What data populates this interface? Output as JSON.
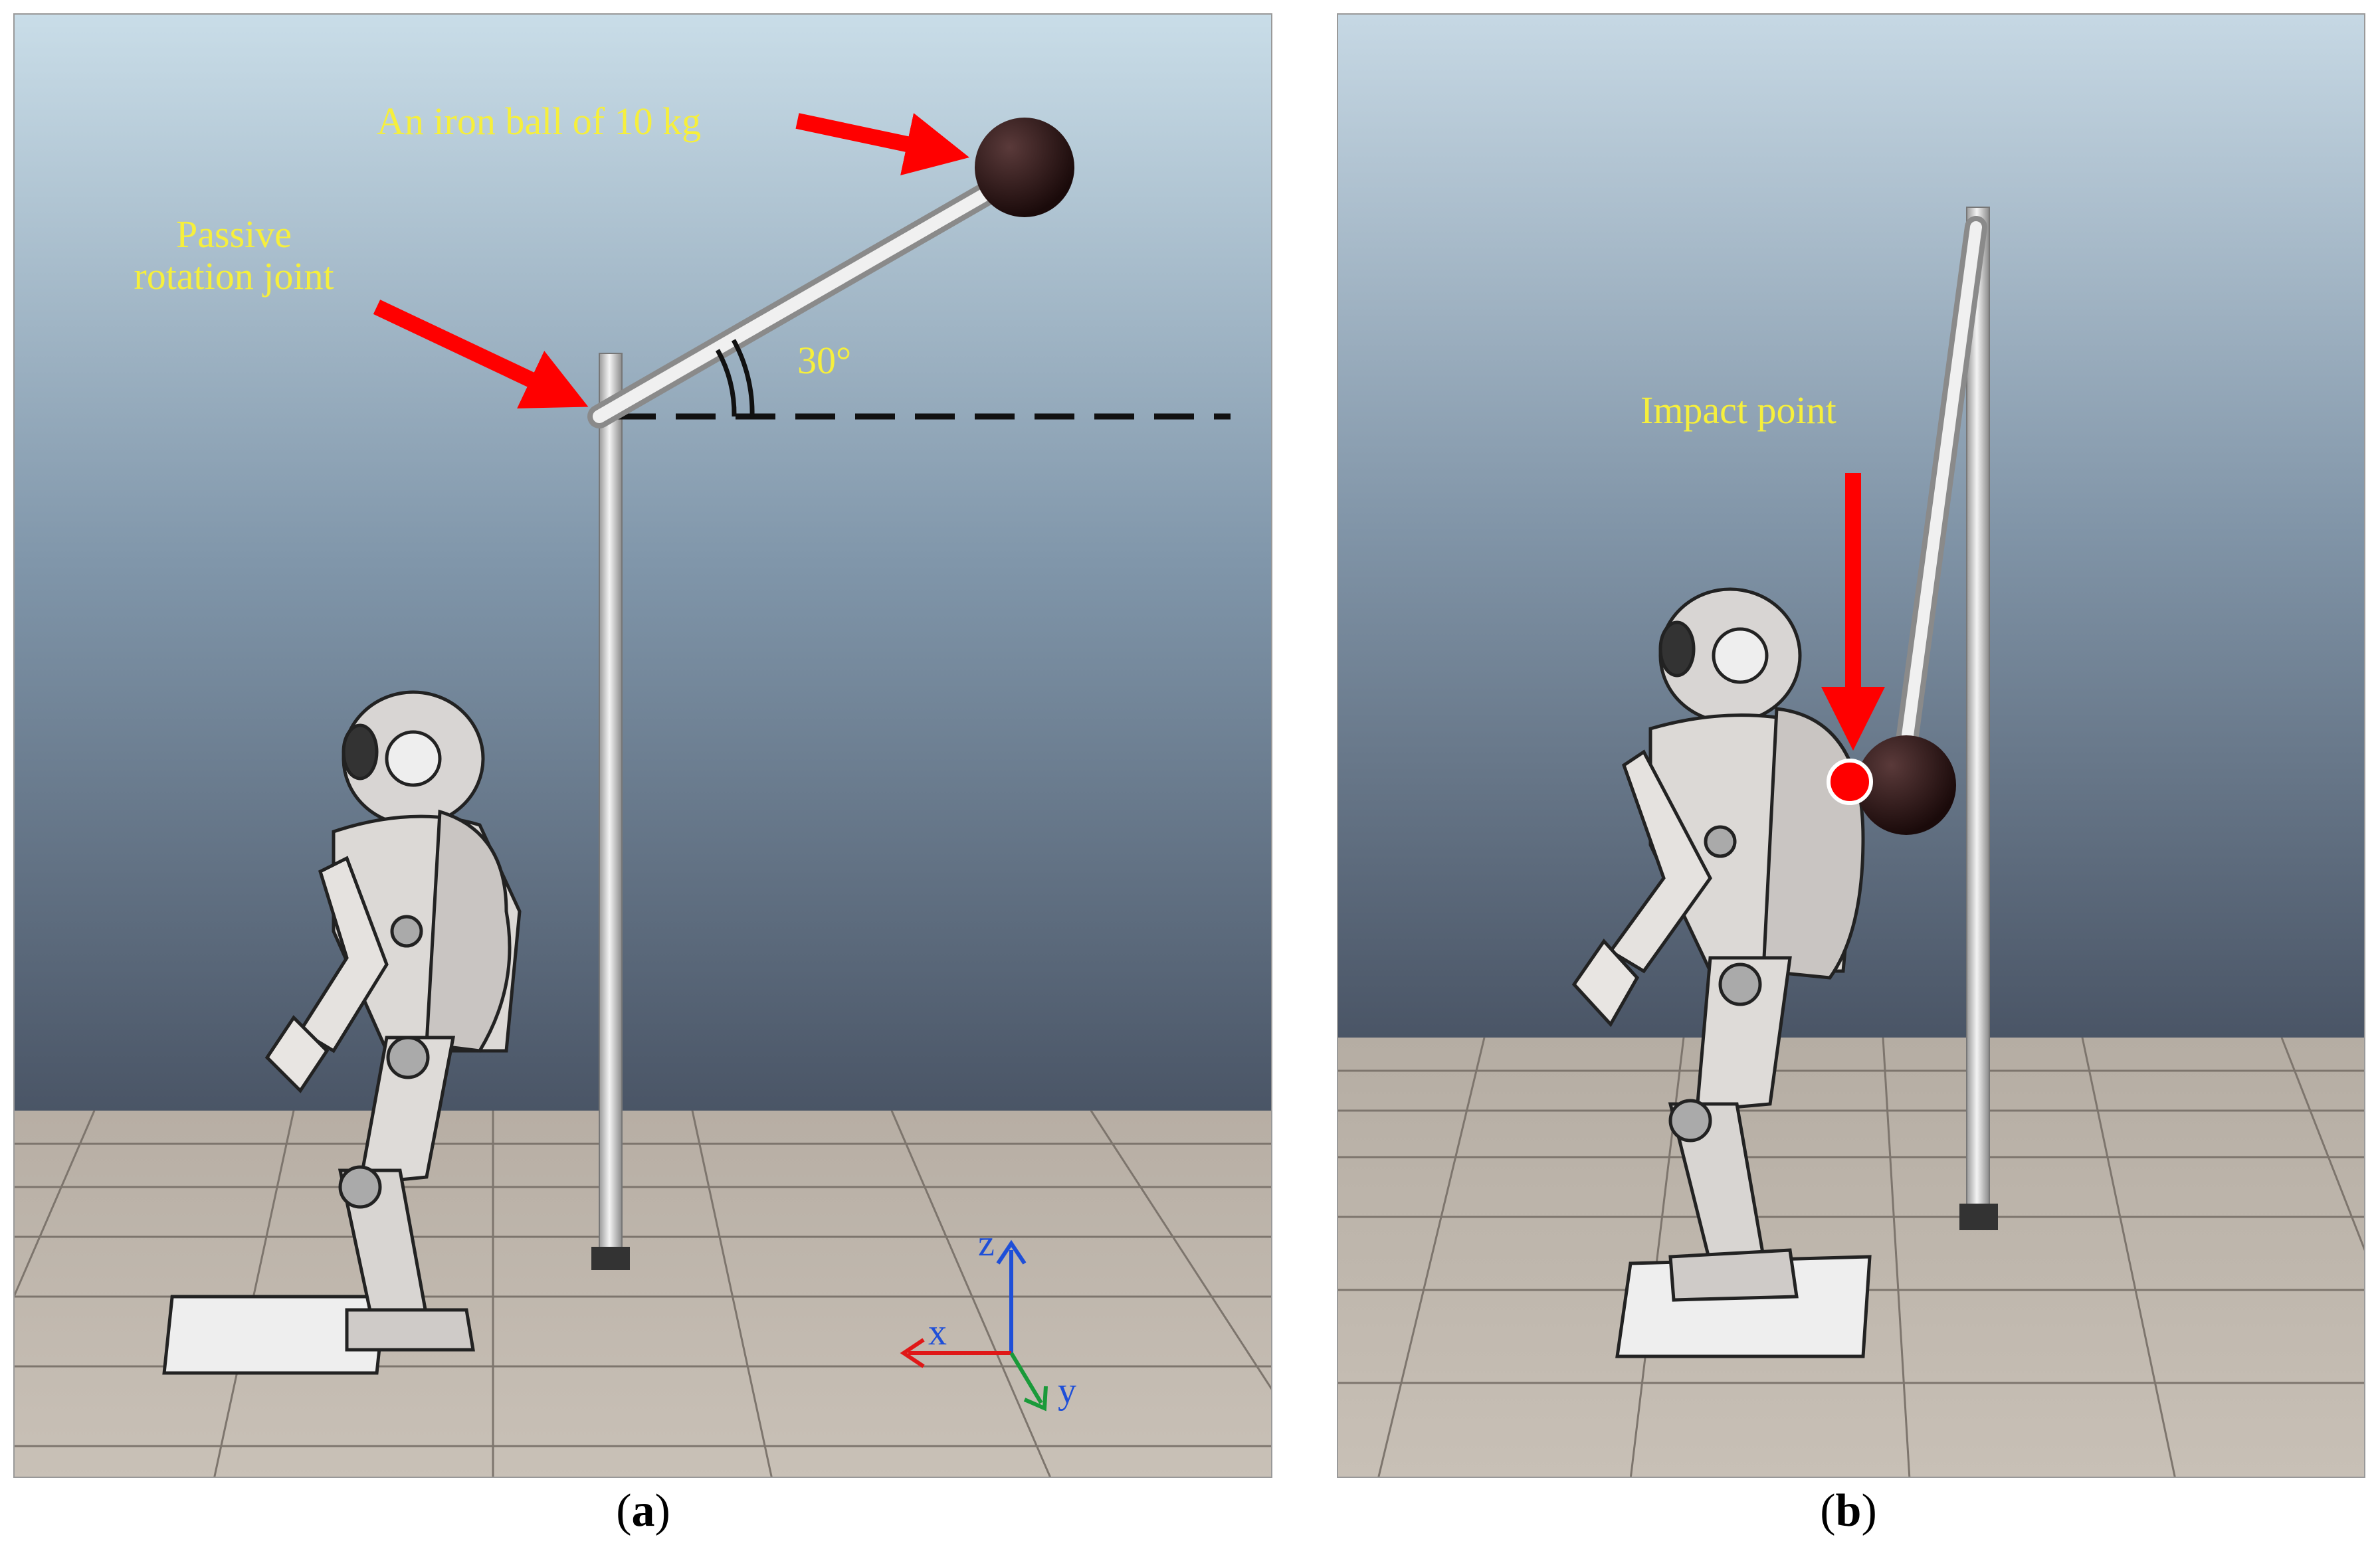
{
  "panel_a": {
    "caption_open": "(",
    "caption_letter": "a",
    "caption_close": ")",
    "ball_label": "An iron ball of 10 kg",
    "joint_label_line1": "Passive",
    "joint_label_line2": "rotation joint",
    "angle_label": "30°",
    "axes": {
      "z": "z",
      "x": "x",
      "y": "y"
    },
    "colors": {
      "axis_z": "#1e4fd8",
      "axis_x": "#e01818",
      "axis_y": "#1a9a3a",
      "label": "#f6ef3c",
      "arrow": "#ff0000"
    }
  },
  "panel_b": {
    "caption_open": "(",
    "caption_letter": "b",
    "caption_close": ")",
    "impact_label": "Impact point",
    "colors": {
      "impact_dot": "#ff0000",
      "label": "#f6ef3c"
    }
  }
}
